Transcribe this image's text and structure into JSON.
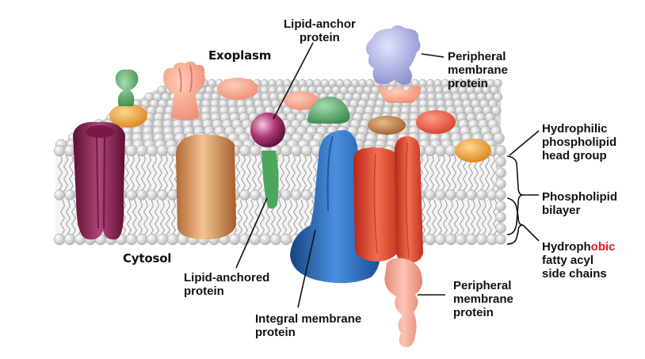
{
  "labels": {
    "exoplasm": "Exoplasm",
    "cytosol": "Cytosol",
    "lipid_anchor_protein": [
      "Lipid-anchor",
      "protein"
    ],
    "peripheral_top": [
      "Peripheral",
      "membrane",
      "protein"
    ],
    "hydrophilic": [
      "Hydrophilic",
      "phospholipid",
      "head group"
    ],
    "bilayer": [
      "Phospholipid",
      "bilayer"
    ],
    "hydrophobic": {
      "prefix": "Hydroph",
      "highlight": "obic",
      "rest": [
        "fatty acyl",
        "side chains"
      ]
    },
    "lipid_anchored": [
      "Lipid-anchored",
      "protein"
    ],
    "integral": [
      "Integral membrane",
      "protein"
    ],
    "peripheral_bottom": [
      "Peripheral",
      "membrane",
      "protein"
    ]
  },
  "colors": {
    "membrane_head": "#e9e9e9",
    "tail": "#9a9a9a",
    "purple_channel": "#8b1d4d",
    "tan_protein": "#d79a63",
    "blue_protein": "#2d6fc2",
    "red_protein": "#e6432f",
    "pink_protein": "#f3a797",
    "lavender_protein": "#b3b6e6",
    "green_protein": "#5da86a",
    "orange_protein": "#f0a83a",
    "magenta_anchor": "#b03a78",
    "hydrophobic_red": "#e8141c"
  }
}
